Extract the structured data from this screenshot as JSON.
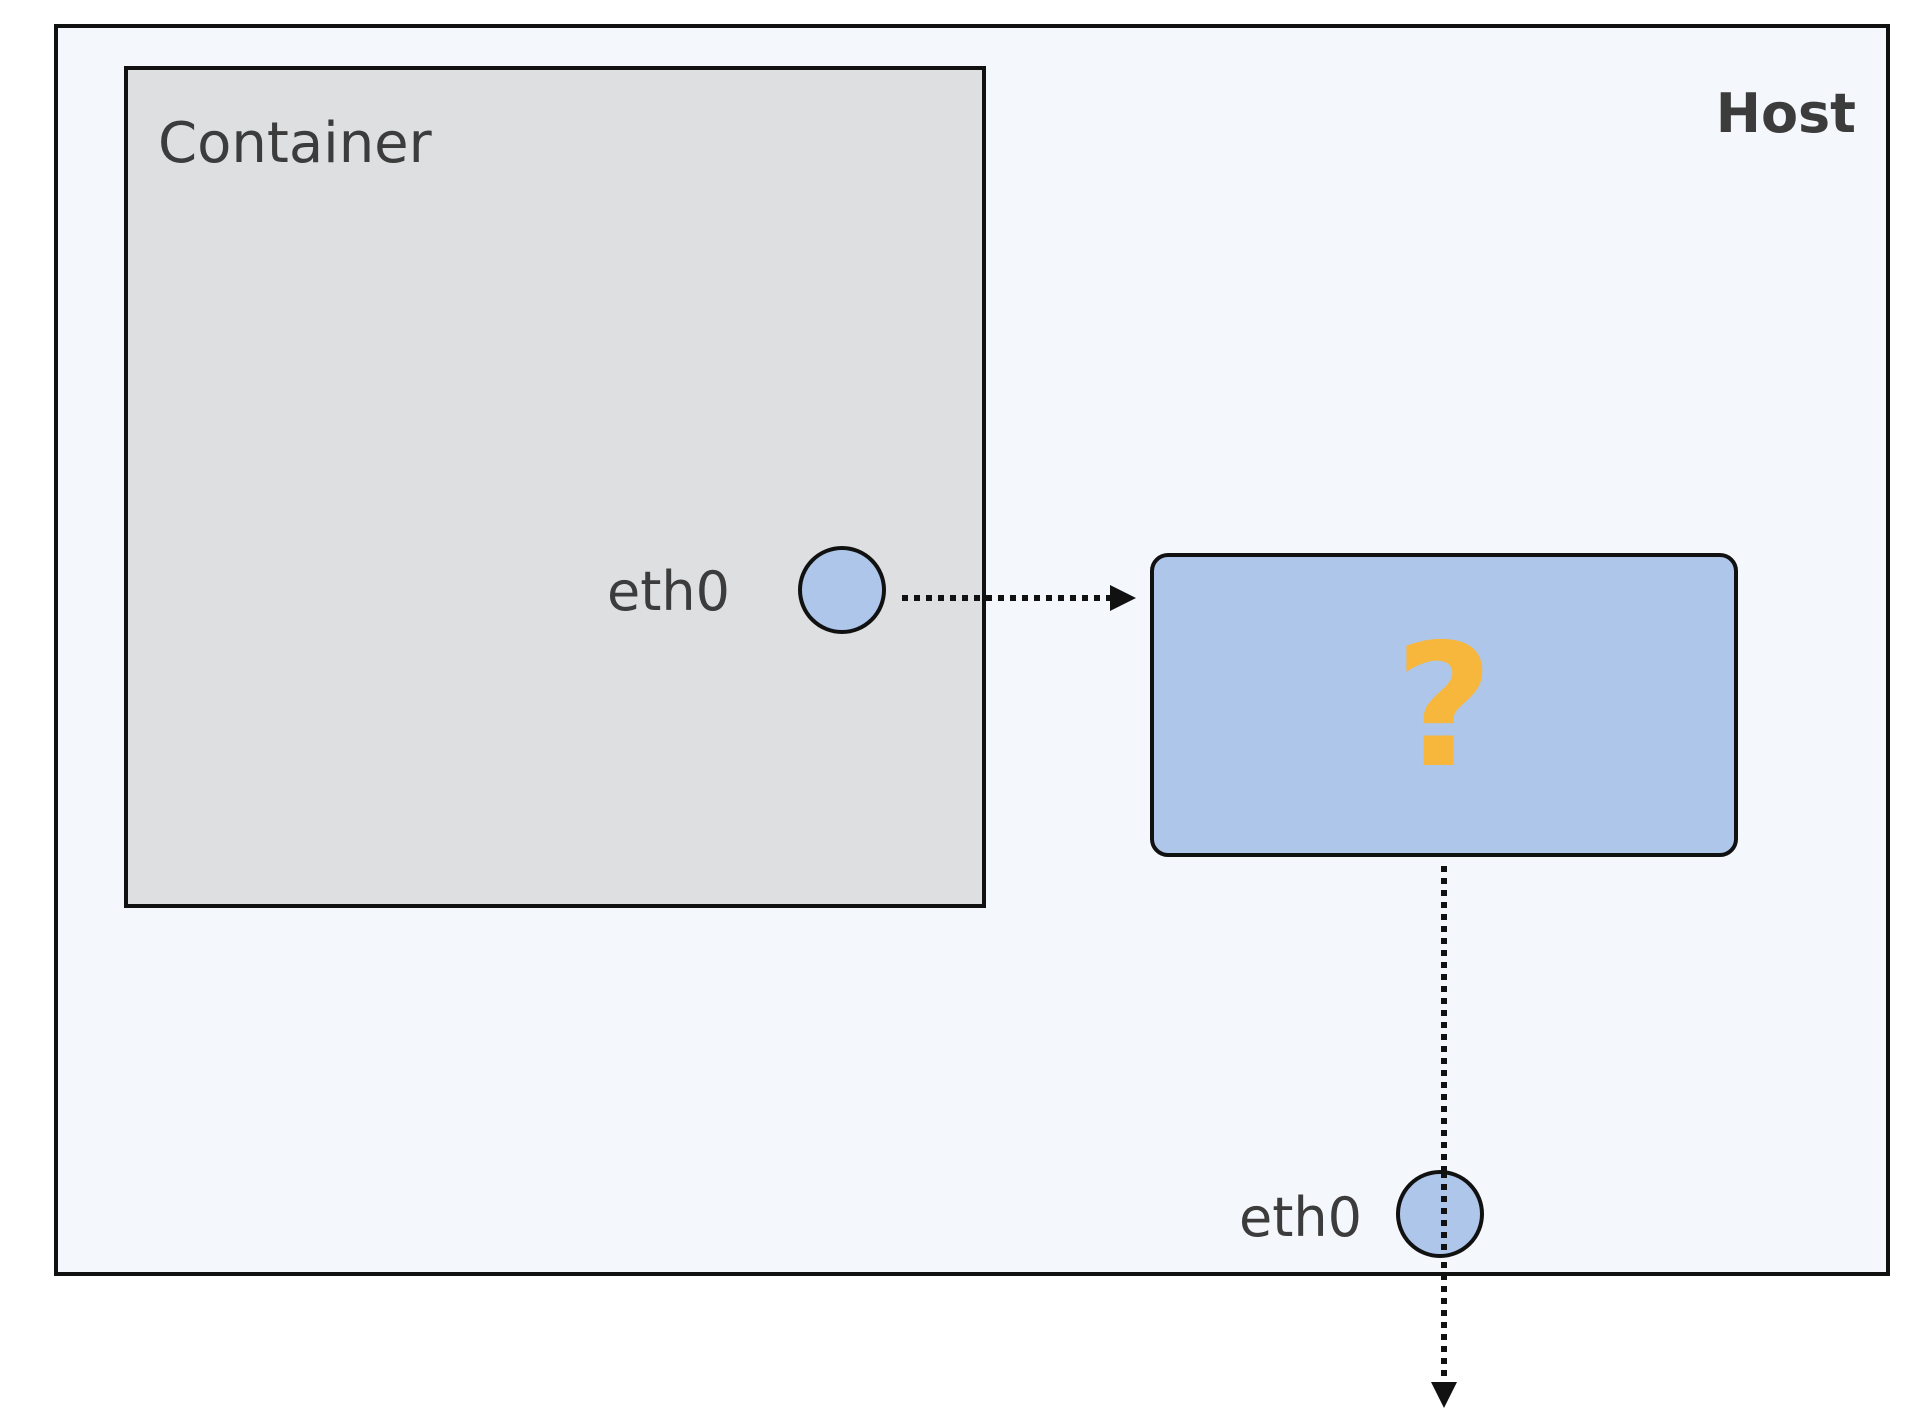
{
  "host": {
    "label": "Host",
    "fill": "#f4f7fc"
  },
  "container": {
    "label": "Container",
    "fill": "#dedfe1",
    "interface": "eth0"
  },
  "unknown_device": {
    "symbol": "?",
    "fill": "#adc6ea",
    "symbol_color": "#f7b73c"
  },
  "host_interface": {
    "label": "eth0",
    "fill": "#adc6ea"
  }
}
